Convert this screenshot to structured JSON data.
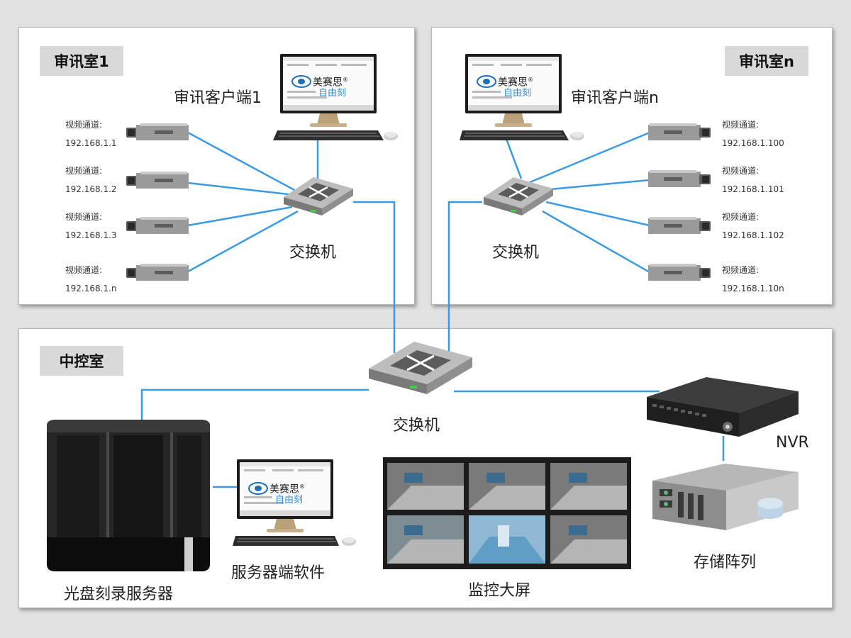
{
  "rooms": {
    "room1": {
      "tag": "审讯室1",
      "client_label": "审讯客户端1",
      "switch_label": "交换机",
      "cameras": [
        {
          "name": "视频通道:",
          "ip": "192.168.1.1"
        },
        {
          "name": "视频通道:",
          "ip": "192.168.1.2"
        },
        {
          "name": "视频通道:",
          "ip": "192.168.1.3"
        },
        {
          "name": "视频通道:",
          "ip": "192.168.1.n"
        }
      ]
    },
    "roomN": {
      "tag": "审讯室n",
      "client_label": "审讯客户端n",
      "switch_label": "交换机",
      "cameras": [
        {
          "name": "视频通道:",
          "ip": "192.168.1.100"
        },
        {
          "name": "视频通道:",
          "ip": "192.168.1.101"
        },
        {
          "name": "视频通道:",
          "ip": "192.168.1.102"
        },
        {
          "name": "视频通道:",
          "ip": "192.168.1.10n"
        }
      ]
    },
    "control": {
      "tag": "中控室",
      "switch_label": "交换机",
      "nvr_label": "NVR",
      "storage_label": "存储阵列",
      "burner_label": "光盘刻录服务器",
      "server_sw_label": "服务器端软件",
      "screen_label": "监控大屏"
    }
  },
  "brand": {
    "name": "美赛思",
    "registered": "®",
    "slogan": "自由刻"
  },
  "colors": {
    "wire": "#3a9be4",
    "tag_bg": "#d9d9d9",
    "panel_bg": "#ffffff",
    "page_bg": "#e2e2e2"
  }
}
